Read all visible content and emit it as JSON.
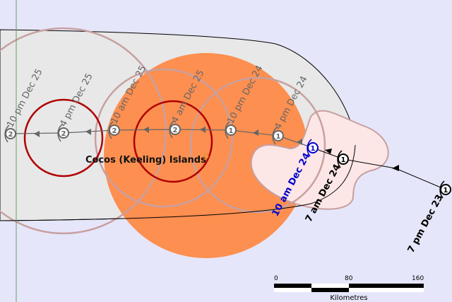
{
  "colors": {
    "background": "#e6e6fa",
    "forecast_area": "#e8e8e8",
    "gale_zone": "#fd8f50",
    "watch_zone": "#fde6e6",
    "likely_range": "#c8a0a0",
    "core_circle": "#b00000",
    "past_track": "#000000",
    "current": "#0000cc",
    "forecast_track": "#666666"
  },
  "place_label": "Cocos (Keeling) Islands",
  "track_points": [
    {
      "label": "7 pm Dec 23",
      "category": "1",
      "type": "past"
    },
    {
      "label": "7 am Dec 24",
      "category": "1",
      "type": "past"
    },
    {
      "label": "10 am Dec 24",
      "category": "1",
      "type": "current"
    },
    {
      "label": "4 pm Dec 24",
      "category": "1",
      "type": "forecast"
    },
    {
      "label": "10 pm Dec 24",
      "category": "1",
      "type": "forecast"
    },
    {
      "label": "4 am Dec 25",
      "category": "2",
      "type": "forecast"
    },
    {
      "label": "10 am Dec 25",
      "category": "2",
      "type": "forecast"
    },
    {
      "label": "4 pm Dec 25",
      "category": "2",
      "type": "forecast"
    },
    {
      "label": "10 pm Dec 25",
      "category": "2",
      "type": "forecast"
    }
  ],
  "scale_bar": {
    "ticks": [
      "0",
      "80",
      "160"
    ],
    "unit": "Kilometres"
  }
}
